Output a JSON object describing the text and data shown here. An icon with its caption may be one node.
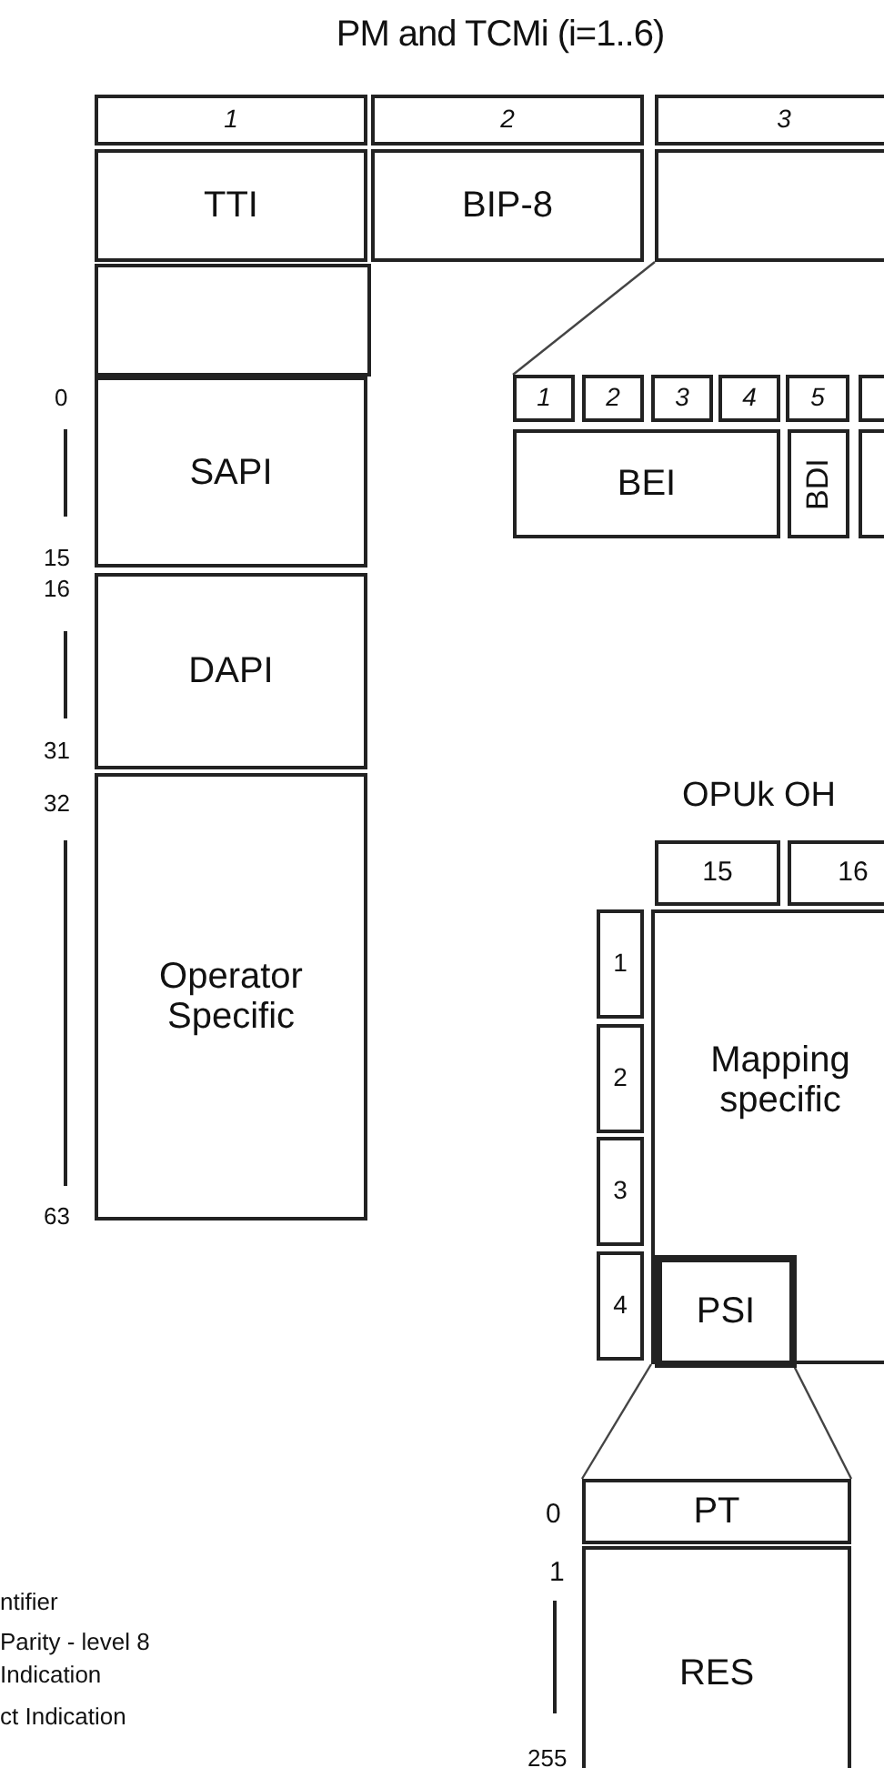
{
  "diagram": {
    "title": "PM and TCMi (i=1..6)",
    "nodes": [
      {
        "text": [
          "1"
        ]
      },
      {
        "text": [
          "2"
        ]
      },
      {
        "text": [
          "3"
        ]
      },
      {
        "text": [
          "TTI"
        ]
      },
      {
        "text": [
          "BIP-8"
        ]
      },
      {
        "text": [],
        "shape": "box"
      },
      {
        "text": [],
        "shape": "box"
      },
      {
        "text": [
          "SAPI"
        ]
      },
      {
        "text": [
          "DAPI"
        ]
      },
      {
        "text": [
          "Operator Specific"
        ]
      },
      {
        "text": [
          "1"
        ]
      },
      {
        "text": [
          "2"
        ]
      },
      {
        "text": [
          "3"
        ]
      },
      {
        "text": [
          "4"
        ]
      },
      {
        "text": [
          "5"
        ]
      },
      {
        "text": [],
        "shape": "box"
      },
      {
        "text": [
          "BEI"
        ]
      },
      {
        "text": [
          "BDI"
        ]
      },
      {
        "text": [],
        "shape": "box"
      },
      {
        "text": [
          "15"
        ]
      },
      {
        "text": [
          "16"
        ]
      },
      {
        "text": [
          "1"
        ]
      },
      {
        "text": [
          "2"
        ]
      },
      {
        "text": [
          "3"
        ]
      },
      {
        "text": [
          "4"
        ]
      },
      {
        "text": [
          "Mapping specific"
        ]
      },
      {
        "text": [
          "PSI"
        ],
        "in": 25
      },
      {
        "text": [
          "PT"
        ]
      },
      {
        "text": [
          "RES"
        ]
      }
    ],
    "edges": [
      {
        "from": 5,
        "to": 10,
        "arrow": "none"
      },
      {
        "from": 26,
        "to": 27,
        "arrow": "none"
      },
      {
        "from": 26,
        "to": 27,
        "arrow": "none"
      }
    ],
    "labels": [
      "0",
      "15",
      "16",
      "31",
      "32",
      "63",
      "OPUk OH",
      "0",
      "1",
      "255",
      "ntifier",
      "Parity - level 8",
      "Indication",
      "ct Indication"
    ]
  }
}
